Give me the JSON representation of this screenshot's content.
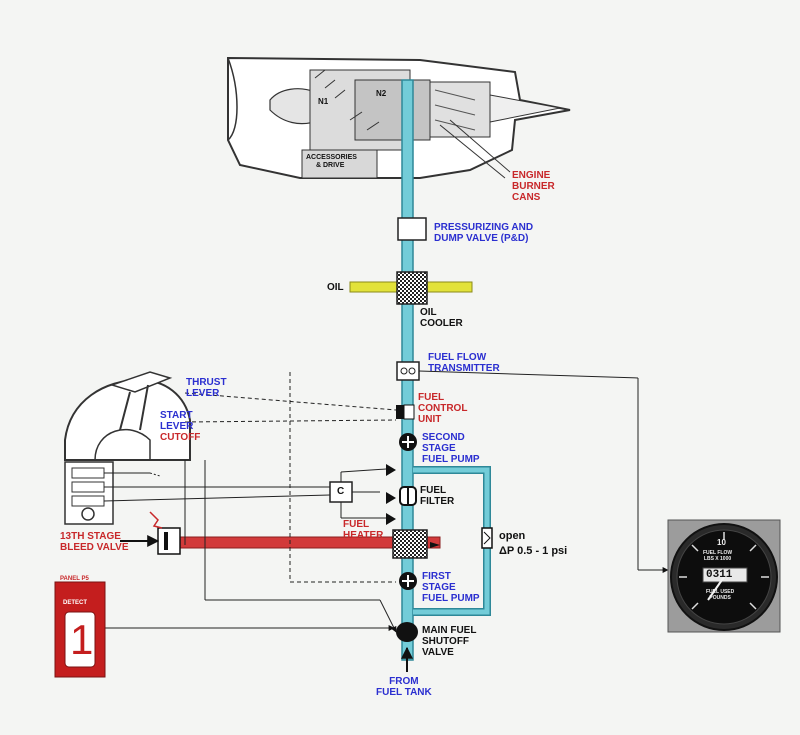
{
  "colors": {
    "fuel_line": "#73ccd8",
    "oil_line": "#e2e23a",
    "bleed_duct": "#d23a3a",
    "label_blue": "#2b2fd0",
    "label_red": "#c8282a",
    "panel_red": "#c41e1e",
    "background": "#f4f5f3"
  },
  "engine": {
    "n1": "N1",
    "n2": "N2",
    "accessories_line1": "ACCESSORIES",
    "accessories_line2": "& DRIVE",
    "burner_line1": "ENGINE",
    "burner_line2": "BURNER",
    "burner_line3": "CANS"
  },
  "components": {
    "pd_valve_line1": "PRESSURIZING AND",
    "pd_valve_line2": "DUMP VALVE (P&D)",
    "oil": "OIL",
    "oil_cooler_line1": "OIL",
    "oil_cooler_line2": "COOLER",
    "ff_transmitter_line1": "FUEL FLOW",
    "ff_transmitter_line2": "TRANSMITTER",
    "fcu_line1": "FUEL",
    "fcu_line2": "CONTROL",
    "fcu_line3": "UNIT",
    "second_stage_line1": "SECOND",
    "second_stage_line2": "STAGE",
    "second_stage_line3": "FUEL PUMP",
    "fuel_filter_line1": "FUEL",
    "fuel_filter_line2": "FILTER",
    "fuel_heater_line1": "FUEL",
    "fuel_heater_line2": "HEATER",
    "bypass_open": "open",
    "bypass_dp": "ΔP 0.5 - 1 psi",
    "first_stage_line1": "FIRST",
    "first_stage_line2": "STAGE",
    "first_stage_line3": "FUEL PUMP",
    "shutoff_line1": "MAIN FUEL",
    "shutoff_line2": "SHUTOFF",
    "shutoff_line3": "VALVE",
    "from_line1": "FROM",
    "from_line2": "FUEL TANK",
    "control_box": "C"
  },
  "controls": {
    "thrust_line1": "THRUST",
    "thrust_line2": "LEVER",
    "start_line1": "START",
    "start_line2": "LEVER",
    "cutoff": "CUTOFF",
    "bleed_line1": "13TH STAGE",
    "bleed_line2": "BLEED VALVE"
  },
  "panel": {
    "label": "PANEL P5",
    "switch_text": "DETECT",
    "number": "1"
  },
  "gauge": {
    "top_value": "10",
    "title_line1": "FUEL FLOW",
    "title_line2": "LBS X 1000",
    "counter": "0311",
    "footer_line1": "FUEL USED",
    "footer_line2": "POUNDS"
  }
}
